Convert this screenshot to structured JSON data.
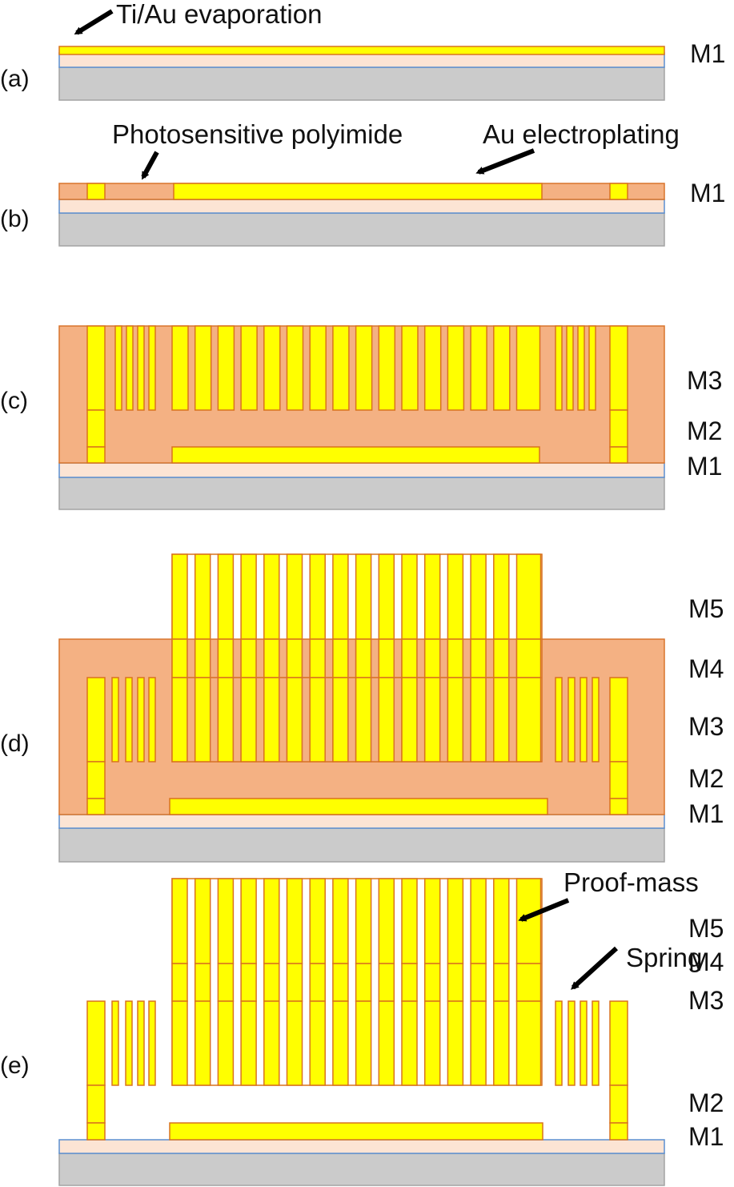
{
  "colors": {
    "substrate_fill": "#cbcbcb",
    "substrate_stroke": "#a3a3a3",
    "oxide_fill": "#fce4d4",
    "oxide_stroke": "#5b8fd1",
    "polyimide_fill": "#f4b183",
    "polyimide_stroke": "#d8742c",
    "gold_fill": "#ffff00",
    "gold_stroke": "#d9731e",
    "arrow": "#000000"
  },
  "steps": [
    {
      "id": "a",
      "label": "(a)",
      "layers": [
        "M1"
      ]
    },
    {
      "id": "b",
      "label": "(b)",
      "layers": [
        "M1"
      ]
    },
    {
      "id": "c",
      "label": "(c)",
      "layers": [
        "M3",
        "M2",
        "M1"
      ]
    },
    {
      "id": "d",
      "label": "(d)",
      "layers": [
        "M5",
        "M4",
        "M3",
        "M2",
        "M1"
      ]
    },
    {
      "id": "e",
      "label": "(e)",
      "layers": [
        "M5",
        "M4",
        "M3",
        "M2",
        "M1"
      ]
    }
  ],
  "annotations": {
    "ti_au": "Ti/Au evaporation",
    "polyimide": "Photosensitive polyimide",
    "au_plating": "Au electroplating",
    "proof_mass": "Proof-mass",
    "spring": "Spring"
  }
}
